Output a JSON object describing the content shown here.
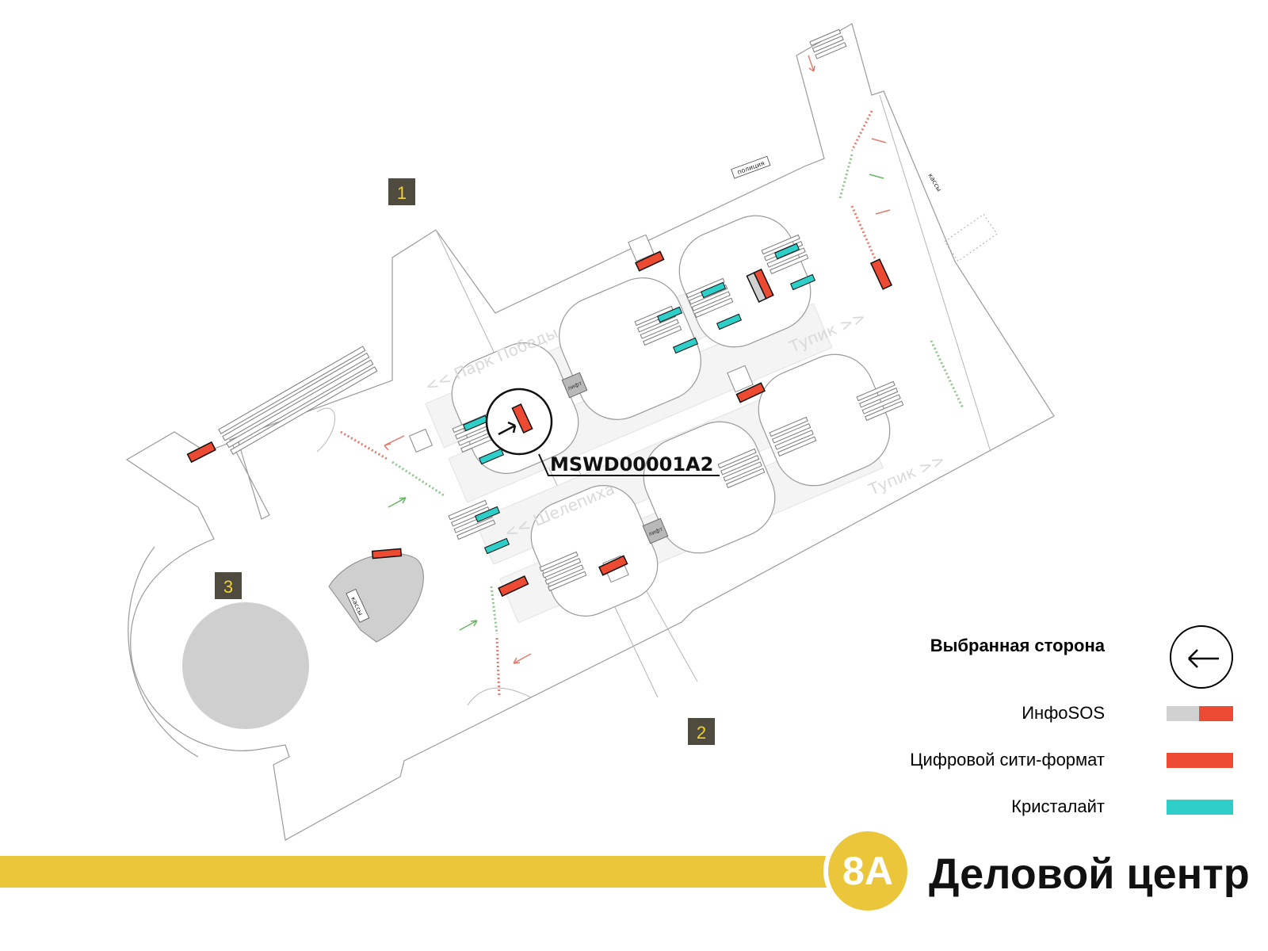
{
  "map": {
    "exits": [
      {
        "label": "1"
      },
      {
        "label": "2"
      },
      {
        "label": "3"
      }
    ],
    "directions": {
      "park_pobedy": "<< Парк Победы",
      "tupik_upper": "Тупик >>",
      "shelepikha": "<< Шелепиха",
      "tupik_lower": "Тупик >>"
    },
    "rooms": {
      "police": "полиция",
      "kassy_right": "кассы",
      "kassy_left": "кассы",
      "lift_1": "лифт",
      "lift_2": "лифт"
    },
    "selected_panel_code": "MSWD00001A2",
    "colors": {
      "infosos_gray": "#d1d1d1",
      "digital_city_red": "#ec4a32",
      "cristalite_cyan": "#2ecfc9",
      "line_yellow": "#ecc63a",
      "exit_box": "#4f4b3f",
      "exit_number": "#f2d230"
    }
  },
  "legend": {
    "selected_side": "Выбранная сторона",
    "infosos": "ИнфоSOS",
    "digital_city_format": "Цифровой сити-формат",
    "cristalite": "Кристалайт",
    "direction_icon": "left-arrow-icon"
  },
  "station": {
    "line_number": "8A",
    "name": "Деловой центр"
  }
}
